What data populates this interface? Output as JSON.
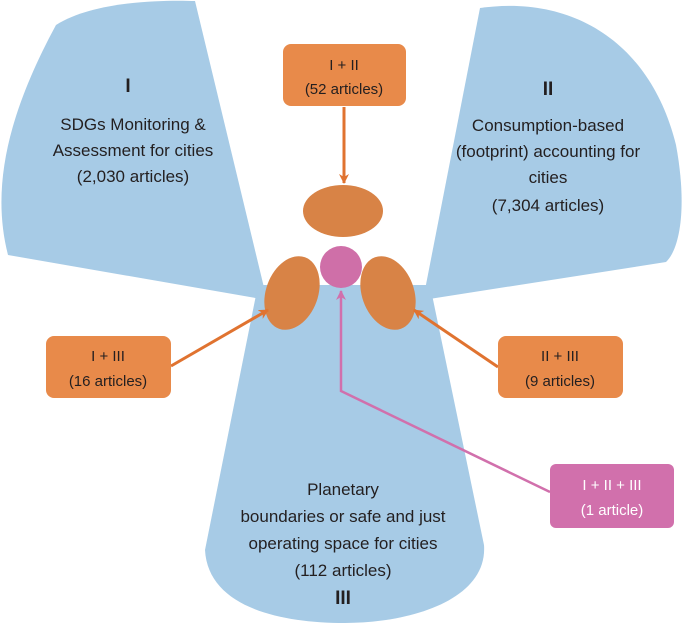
{
  "colors": {
    "petal": "#a7cbe6",
    "overlap2": "#d88346",
    "overlap3": "#cf6fa8",
    "box_orange": "#e88a4a",
    "box_pink": "#d170ac",
    "arrow_orange": "#e07330",
    "arrow_pink": "#d170ac"
  },
  "petals": {
    "I": {
      "numeral": "I",
      "lines": [
        "SDGs Monitoring &",
        "Assessment for cities",
        "(2,030 articles)"
      ]
    },
    "II": {
      "numeral": "II",
      "lines": [
        "Consumption-based",
        "(footprint) accounting for",
        "cities",
        "(7,304 articles)"
      ]
    },
    "III": {
      "numeral": "III",
      "lines": [
        "Planetary",
        "boundaries or safe and just",
        "operating space for cities",
        "(112 articles)"
      ]
    }
  },
  "boxes": {
    "i_ii": {
      "line1": "I + II",
      "line2": "(52 articles)"
    },
    "i_iii": {
      "line1": "I + III",
      "line2": "(16 articles)"
    },
    "ii_iii": {
      "line1": "II + III",
      "line2": "(9 articles)"
    },
    "i_ii_iii": {
      "line1": "I + II + III",
      "line2": "(1 article)"
    }
  }
}
